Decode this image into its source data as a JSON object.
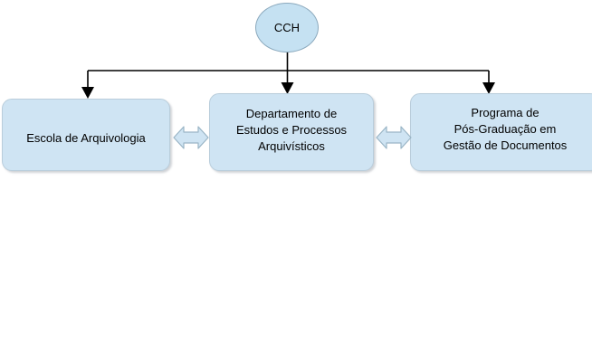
{
  "diagram": {
    "title_node": {
      "label": "CCH",
      "shape": "ellipse"
    },
    "units": [
      {
        "id": "escola",
        "label": "Escola de Arquivologia",
        "lines": [
          "Escola de Arquivologia"
        ]
      },
      {
        "id": "departamento",
        "label": "Departamento de Estudos e Processos Arquivísticos",
        "lines": [
          "Departamento de",
          "Estudos e Processos",
          "Arquivísticos"
        ]
      },
      {
        "id": "programa",
        "label": "Programa de Pós-Graduação em Gestão de Documentos",
        "lines": [
          "Programa de",
          "Pós-Graduação em",
          "Gestão de Documentos"
        ],
        "clipped_line": " "
      }
    ],
    "relations": [
      {
        "from": "escola",
        "to": "departamento",
        "type": "bidirectional-arrow"
      },
      {
        "from": "departamento",
        "to": "programa",
        "type": "bidirectional-arrow"
      }
    ],
    "colors": {
      "node_fill": "#c5e1f2",
      "box_fill": "#cfe4f3",
      "node_border": "#8ba9bd",
      "box_border": "#b9cddb",
      "connector": "#000000",
      "arrow_fill": "#cfe4f3",
      "arrow_border": "#9ab5c6",
      "background": "#ffffff"
    }
  }
}
